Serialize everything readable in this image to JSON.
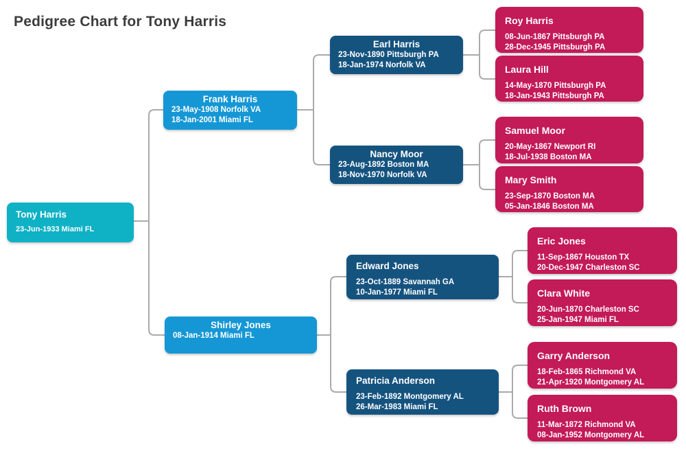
{
  "title": "Pedigree Chart for Tony Harris",
  "colors": {
    "root": "#0fb1c5",
    "parents": "#1697d5",
    "grandparents": "#15537f",
    "greatgrandparents": "#c31a58",
    "connector": "#aaaaaa",
    "heading": "#3c3c3c"
  },
  "people": {
    "tony": {
      "name": "Tony Harris",
      "birth": "23-Jun-1933 Miami FL"
    },
    "frank": {
      "name": "Frank Harris",
      "birth": "23-May-1908 Norfolk VA",
      "death": "18-Jan-2001 Miami FL"
    },
    "shirley": {
      "name": "Shirley Jones",
      "birth": "08-Jan-1914 Miami FL"
    },
    "earl": {
      "name": "Earl Harris",
      "birth": "23-Nov-1890 Pittsburgh PA",
      "death": "18-Jan-1974 Norfolk VA"
    },
    "nancy": {
      "name": "Nancy Moor",
      "birth": "23-Aug-1892 Boston MA",
      "death": "18-Nov-1970 Norfolk VA"
    },
    "edward": {
      "name": "Edward Jones",
      "birth": "23-Oct-1889 Savannah GA",
      "death": "10-Jan-1977 Miami FL"
    },
    "patricia": {
      "name": "Patricia Anderson",
      "birth": "23-Feb-1892 Montgomery AL",
      "death": "26-Mar-1983 Miami FL"
    },
    "roy": {
      "name": "Roy Harris",
      "birth": "08-Jun-1867 Pittsburgh PA",
      "death": "28-Dec-1945 Pittsburgh PA"
    },
    "laura": {
      "name": "Laura Hill",
      "birth": "14-May-1870 Pittsburgh PA",
      "death": "18-Jan-1943 Pittsburgh PA"
    },
    "samuel": {
      "name": "Samuel Moor",
      "birth": "20-May-1867 Newport RI",
      "death": "18-Jul-1938 Boston MA"
    },
    "mary": {
      "name": "Mary Smith",
      "birth": "23-Sep-1870 Boston MA",
      "death": "05-Jan-1846 Boston MA"
    },
    "eric": {
      "name": "Eric Jones",
      "birth": "11-Sep-1867 Houston TX",
      "death": "20-Dec-1947 Charleston SC"
    },
    "clara": {
      "name": "Clara White",
      "birth": "20-Jun-1870 Charleston SC",
      "death": "25-Jan-1947 Miami FL"
    },
    "garry": {
      "name": "Garry Anderson",
      "birth": "18-Feb-1865 Richmond VA",
      "death": "21-Apr-1920 Montgomery AL"
    },
    "ruth": {
      "name": "Ruth Brown",
      "birth": "11-Mar-1872 Richmond VA",
      "death": "08-Jan-1952 Montgomery AL"
    }
  }
}
